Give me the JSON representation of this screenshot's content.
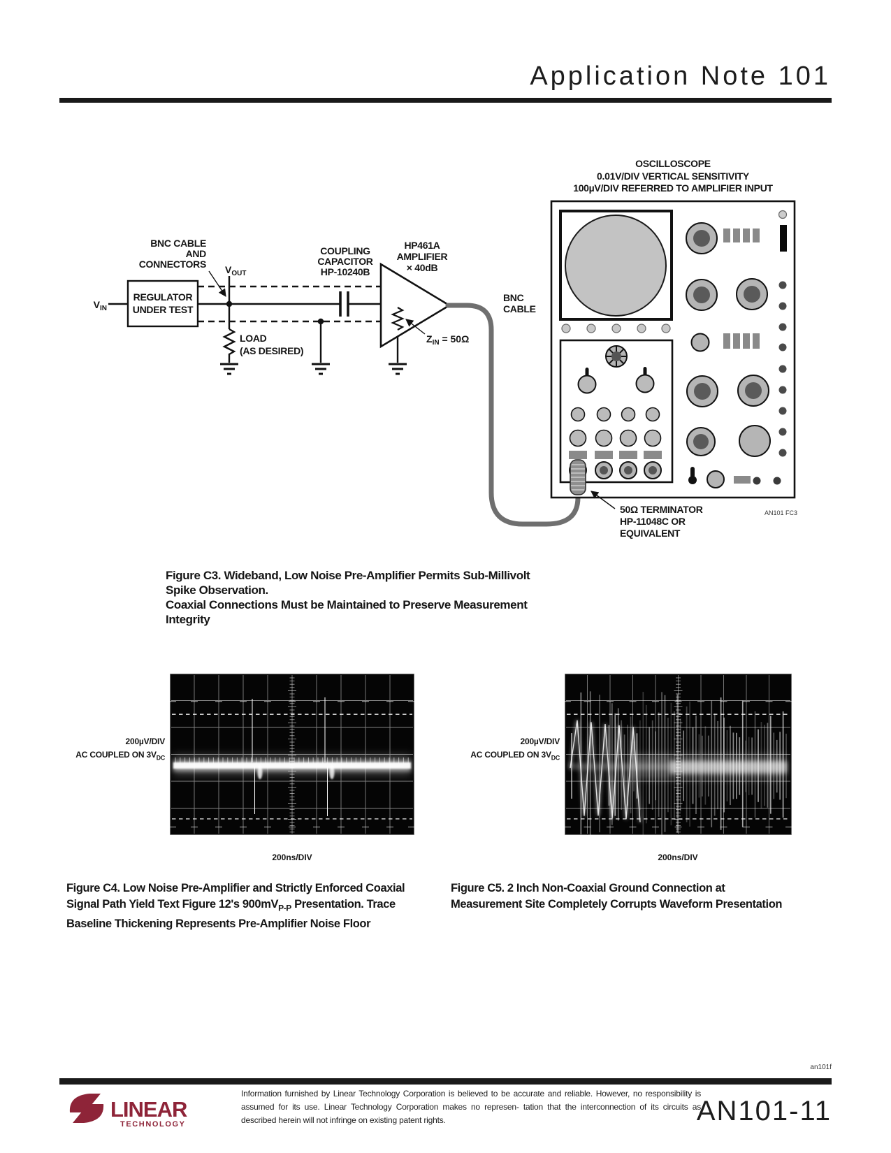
{
  "colors": {
    "brand_maroon": "#8e2438",
    "cable_gray": "#6f6f6f",
    "panel_gray": "#b9b9b9",
    "knob_center_gray": "#5a5a5a",
    "photo_bg": "#050505"
  },
  "header": {
    "title": "Application Note 101"
  },
  "schematic": {
    "scope_title": [
      "OSCILLOSCOPE",
      "0.01V/DIV VERTICAL SENSITIVITY",
      "100µV/DIV REFERRED TO AMPLIFIER INPUT"
    ],
    "vin_main": "V",
    "vin_sub": "IN",
    "vout_main": "V",
    "vout_sub": "OUT",
    "bnc_note": [
      "BNC CABLE",
      "AND",
      "CONNECTORS"
    ],
    "regulator": [
      "REGULATOR",
      "UNDER TEST"
    ],
    "load": [
      "LOAD",
      "(AS DESIRED)"
    ],
    "coupling": [
      "COUPLING",
      "CAPACITOR",
      "HP-10240B"
    ],
    "amp": [
      "HP461A",
      "AMPLIFIER",
      "× 40dB"
    ],
    "zin_main": "Z",
    "zin_sub": "IN",
    "zin_rest": " = 50Ω",
    "bnc_cable": [
      "BNC",
      "CABLE"
    ],
    "terminator": [
      "50Ω TERMINATOR",
      "HP-11048C OR",
      "EQUIVALENT"
    ],
    "fig_code": "AN101 FC3"
  },
  "figure_c3": {
    "line1": "Figure C3. Wideband, Low Noise Pre-Amplifier Permits Sub-Millivolt Spike Observation.",
    "line2": "Coaxial Connections Must be Maintained to Preserve Measurement Integrity"
  },
  "photo_left": {
    "scale_label": "200µV/DIV",
    "coupled_main": "AC COUPLED ON 3V",
    "coupled_sub": "DC",
    "timebase": "200ns/DIV"
  },
  "photo_right": {
    "scale_label": "200µV/DIV",
    "coupled_main": "AC COUPLED ON 3V",
    "coupled_sub": "DC",
    "timebase": "200ns/DIV"
  },
  "figure_c4": {
    "line1": "Figure C4. Low Noise Pre-Amplifier and Strictly Enforced Coaxial",
    "line2_pre": "Signal Path Yield Text Figure 12's 900mV",
    "line2_sub": "P-P",
    "line2_post": " Presentation. Trace",
    "line3": "Baseline Thickening Represents Pre-Amplifier Noise Floor"
  },
  "figure_c5": {
    "line1": "Figure C5. 2 Inch Non-Coaxial Ground Connection at",
    "line2": "Measurement Site Completely Corrupts Waveform Presentation"
  },
  "footer": {
    "doc_code": "an101f",
    "disclaimer_line1": "Information furnished by Linear Technology Corporation is believed to be accurate and reliable.",
    "disclaimer_line2": "However, no responsibility is assumed for its use. Linear Technology Corporation makes no represen-",
    "disclaimer_line3": "tation that the interconnection of its circuits as described herein will not infringe on existing patent rights.",
    "logo_name": "LINEAR",
    "logo_sub": "TECHNOLOGY",
    "page_code": "AN101-11"
  }
}
